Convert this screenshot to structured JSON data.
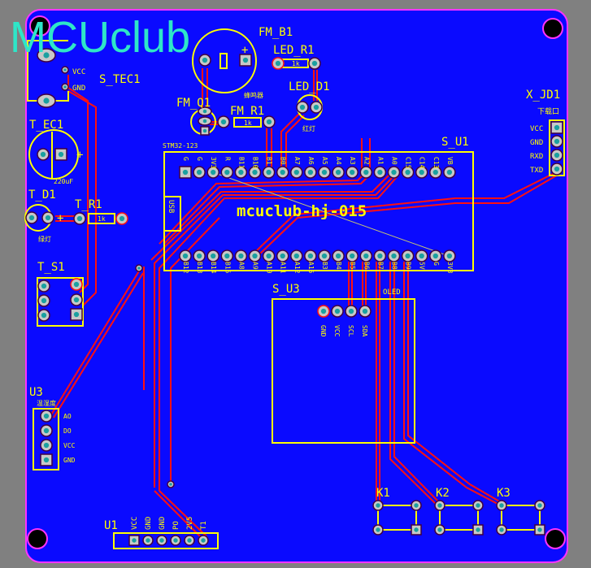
{
  "board": {
    "logo": "MCUclub",
    "colors": {
      "board": "#0a0aff",
      "outline": "#ff33ff",
      "silk": "#ffff00",
      "trace": "#ff1010",
      "pad": "#c8c8c8",
      "drill": "#1aa0a0",
      "logo": "#2ee6c8",
      "background": "#808080"
    }
  },
  "components": {
    "s_tec1": {
      "ref": "S_TEC1",
      "pins": [
        "VCC",
        "GND"
      ]
    },
    "t_ec1": {
      "ref": "T_EC1",
      "value": "220uF",
      "plus": "+"
    },
    "t_d1": {
      "ref": "T_D1",
      "note": "绿灯",
      "plus": "+"
    },
    "t_r1": {
      "ref": "T_R1",
      "value": "1k"
    },
    "t_s1": {
      "ref": "T_S1"
    },
    "fm_b1": {
      "ref": "FM_B1",
      "note": "蜂鸣器",
      "plus": "+"
    },
    "fm_q1": {
      "ref": "FM_Q1"
    },
    "fm_r1": {
      "ref": "FM_R1",
      "value": "1k"
    },
    "led_r1": {
      "ref": "LED_R1",
      "value": "1k"
    },
    "led_d1": {
      "ref": "LED_D1",
      "note": "红灯"
    },
    "s_u1": {
      "ref": "S_U1",
      "part": "STM32-123",
      "title": "mcuclub-hj-015",
      "usb": "USB",
      "top_pins": [
        "G",
        "G",
        "3V3",
        "R",
        "B11",
        "B10",
        "B1",
        "B0",
        "A7",
        "A6",
        "A5",
        "A4",
        "A3",
        "A2",
        "A1",
        "A0",
        "C15",
        "C14",
        "C13",
        "VB"
      ],
      "bottom_pins": [
        "B12",
        "B13",
        "B14",
        "B15",
        "A8",
        "A9",
        "A10",
        "A11",
        "A12",
        "A15",
        "B3",
        "B4",
        "B5",
        "B6",
        "B7",
        "B8",
        "B9",
        "5V",
        "G",
        "3V3"
      ]
    },
    "s_u3": {
      "ref": "S_U3",
      "note": "OLED",
      "pins": [
        "GND",
        "VCC",
        "SCL",
        "SDA"
      ]
    },
    "x_jd1": {
      "ref": "X_JD1",
      "note": "下载口",
      "pins": [
        "VCC",
        "GND",
        "RXD",
        "TXD"
      ]
    },
    "u3": {
      "ref": "U3",
      "note": "温湿度",
      "pins": [
        "AO",
        "DO",
        "VCC",
        "GND"
      ]
    },
    "u1": {
      "ref": "U1",
      "pins": [
        "VCC",
        "GND",
        "GND",
        "PO",
        "2V5",
        "T1"
      ]
    },
    "keys": [
      {
        "ref": "K1"
      },
      {
        "ref": "K2"
      },
      {
        "ref": "K3"
      }
    ]
  }
}
